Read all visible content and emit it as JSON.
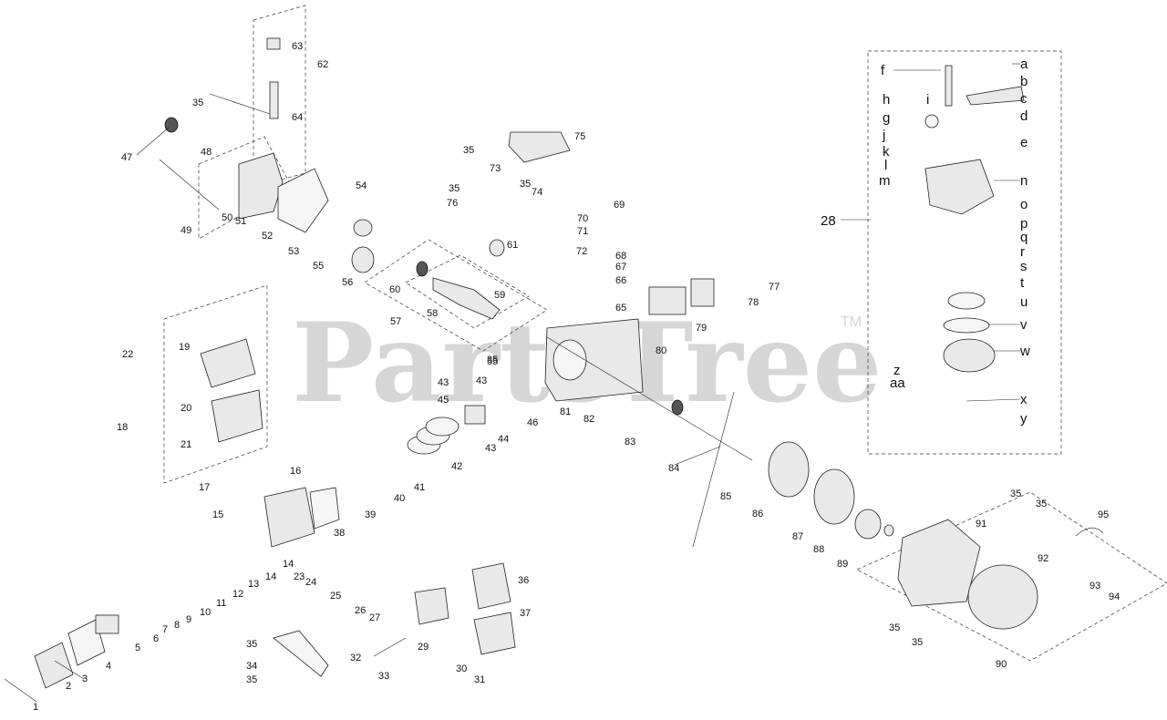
{
  "watermark": {
    "text": "PartsTree",
    "trademark": "TM"
  },
  "callouts_main": [
    "1",
    "2",
    "3",
    "4",
    "5",
    "6",
    "7",
    "8",
    "9",
    "10",
    "11",
    "12",
    "13",
    "14",
    "14",
    "15",
    "16",
    "17",
    "18",
    "19",
    "20",
    "21",
    "22",
    "23",
    "24",
    "25",
    "26",
    "27",
    "28",
    "29",
    "30",
    "31",
    "32",
    "33",
    "34",
    "35",
    "35",
    "35",
    "35",
    "35",
    "35",
    "35",
    "35",
    "35",
    "35",
    "35",
    "36",
    "37",
    "38",
    "39",
    "40",
    "41",
    "42",
    "43",
    "43",
    "43",
    "44",
    "45",
    "46",
    "47",
    "48",
    "49",
    "50",
    "51",
    "52",
    "53",
    "54",
    "55",
    "55",
    "56",
    "57",
    "58",
    "59",
    "60",
    "61",
    "62",
    "63",
    "64",
    "65",
    "66",
    "67",
    "68",
    "69",
    "70",
    "71",
    "72",
    "73",
    "74",
    "75",
    "76",
    "77",
    "78",
    "79",
    "80",
    "81",
    "82",
    "83",
    "84",
    "85",
    "86",
    "87",
    "88",
    "89",
    "90",
    "91",
    "92",
    "93",
    "94",
    "95"
  ],
  "carburetor_letters": [
    "a",
    "b",
    "c",
    "d",
    "e",
    "f",
    "g",
    "h",
    "i",
    "j",
    "k",
    "l",
    "m",
    "n",
    "o",
    "p",
    "q",
    "r",
    "s",
    "t",
    "u",
    "v",
    "w",
    "x",
    "y",
    "z",
    "aa"
  ]
}
